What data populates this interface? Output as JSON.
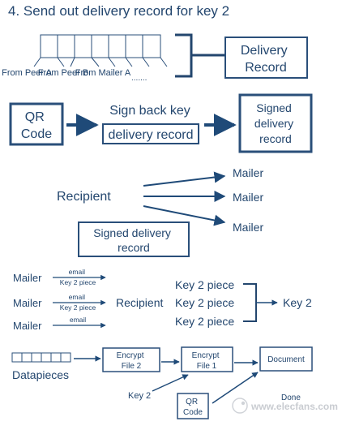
{
  "title": "4. Send out delivery record for key 2",
  "section1": {
    "sources": [
      "From Peer A",
      "From Peer B",
      "From Mailer A"
    ],
    "ellipsis": ".......",
    "delivery_record_lines": [
      "Delivery",
      "Record"
    ]
  },
  "section2": {
    "qr_lines": [
      "QR",
      "Code"
    ],
    "sign_back_key": "Sign back key",
    "delivery_record": "delivery record",
    "signed_lines": [
      "Signed",
      "delivery",
      "record"
    ]
  },
  "section3": {
    "recipient": "Recipient",
    "mailers": [
      "Mailer",
      "Mailer",
      "Mailer"
    ],
    "signed_box_lines": [
      "Signed delivery",
      "record"
    ]
  },
  "section4": {
    "mailers": [
      "Mailer",
      "Mailer",
      "Mailer"
    ],
    "arrow_labels": [
      [
        "email",
        "Key 2 piece"
      ],
      [
        "email",
        "Key 2 piece"
      ],
      [
        "email"
      ]
    ],
    "recipient": "Recipient",
    "key_pieces": [
      "Key 2 piece",
      "Key 2 piece",
      "Key 2 piece"
    ],
    "key2": "Key 2"
  },
  "section5": {
    "datapieces": "Datapieces",
    "encrypt2_lines": [
      "Encrypt",
      "File 2"
    ],
    "encrypt1_lines": [
      "Encrypt",
      "File 1"
    ],
    "document": "Document",
    "key2": "Key 2",
    "qr_lines": [
      "QR",
      "Code"
    ],
    "partial": "Done"
  },
  "watermark": "www.elecfans.com",
  "colors": {
    "text": "#23466e",
    "line": "#2a4f7a",
    "arrow": "#1f4a78"
  }
}
